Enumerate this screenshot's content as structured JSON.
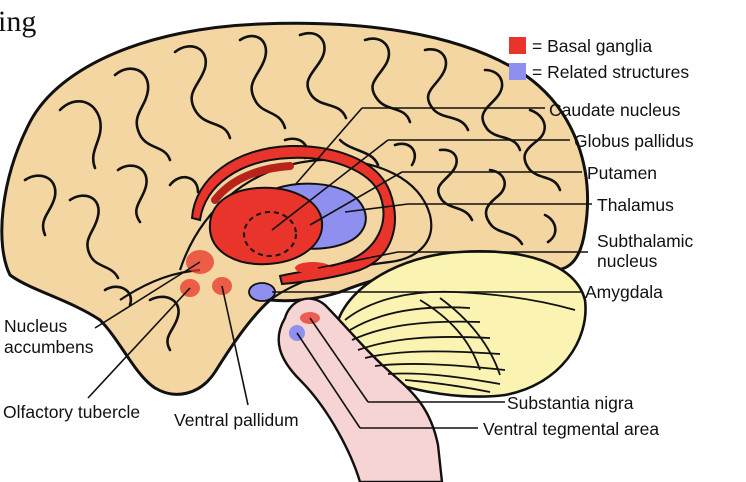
{
  "heading": "ing",
  "legend": {
    "basal_ganglia": {
      "label": "= Basal ganglia",
      "color": "#e8342a"
    },
    "related": {
      "label": "= Related structures",
      "color": "#8f8ff0"
    }
  },
  "labels": {
    "caudate": "Caudate nucleus",
    "globus": "Globus pallidus",
    "putamen": "Putamen",
    "thalamus": "Thalamus",
    "subthalamic_1": "Subthalamic",
    "subthalamic_2": "nucleus",
    "amygdala": "Amygdala",
    "accumbens_1": "Nucleus",
    "accumbens_2": "accumbens",
    "olfactory": "Olfactory tubercle",
    "ventral_pallidum": "Ventral pallidum",
    "substantia": "Substantia nigra",
    "vta": "Ventral tegmental area"
  },
  "colors": {
    "cortex": "#f3d6a1",
    "cerebellum": "#fbf3b2",
    "brainstem": "#f7d4d4",
    "outline": "#111111"
  }
}
